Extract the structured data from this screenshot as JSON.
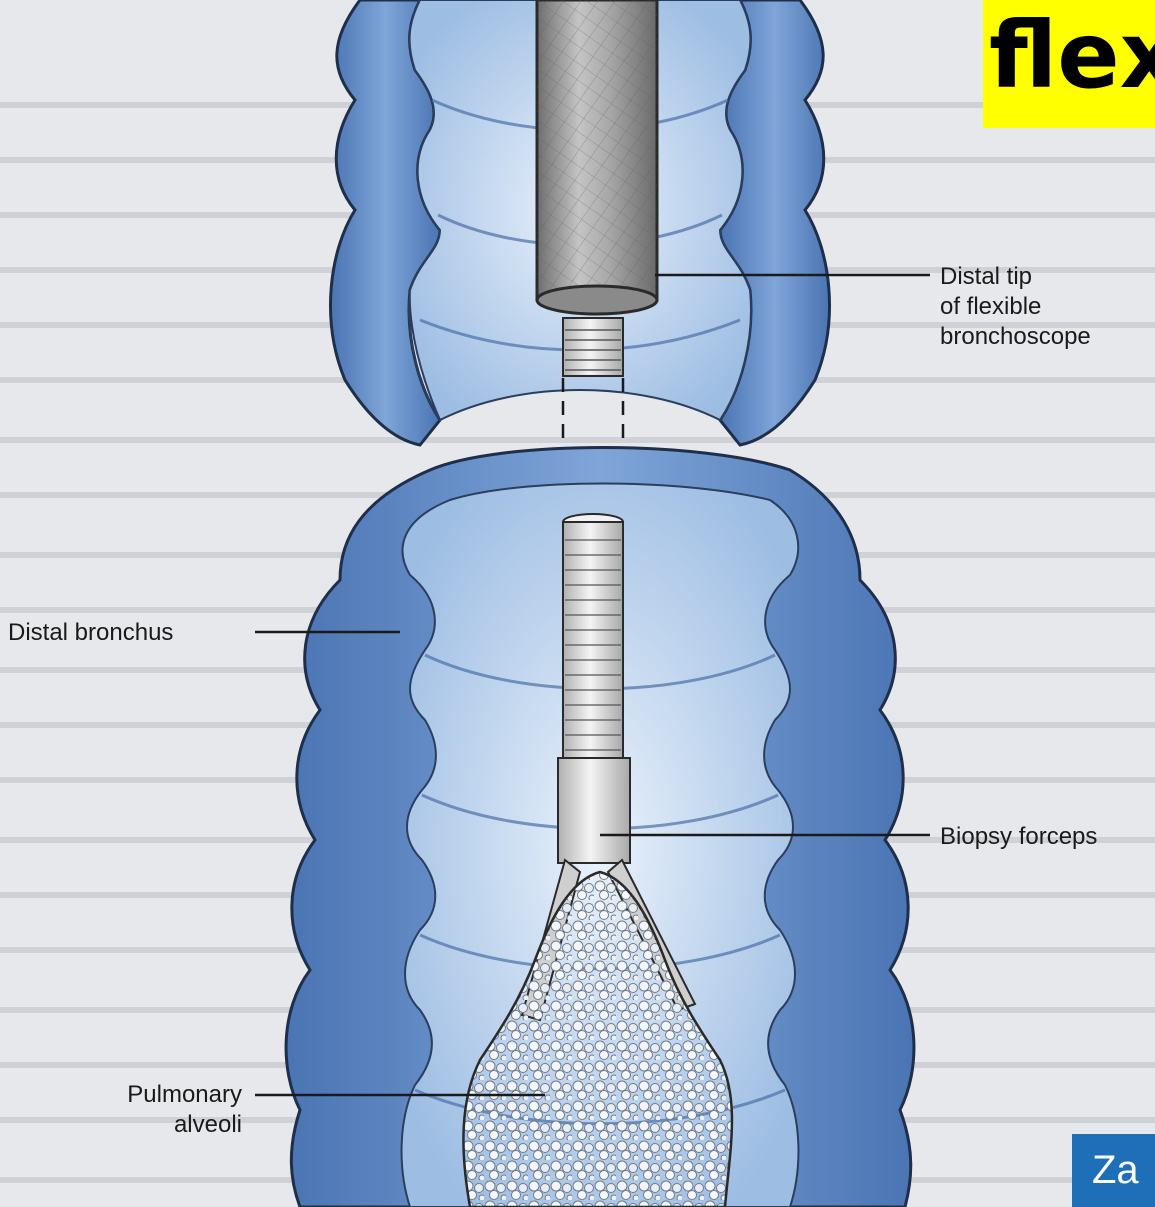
{
  "title_fragment": "flex",
  "corner_badge_text": "Za",
  "labels": {
    "distal_tip": [
      "Distal tip",
      "of flexible",
      "bronchoscope"
    ],
    "distal_bronchus": "Distal bronchus",
    "biopsy_forceps": "Biopsy forceps",
    "pulmonary_alveoli": [
      "Pulmonary",
      "alveoli"
    ]
  },
  "colors": {
    "banner": "#ffff00",
    "badge": "#1f6fb8",
    "bronchus_wall": "#6d96cf",
    "bronchus_dark": "#4a74b3",
    "bronchus_light": "#c9ddf3",
    "scope": "#9a9a9a",
    "forceps": "#d9d9d9"
  }
}
